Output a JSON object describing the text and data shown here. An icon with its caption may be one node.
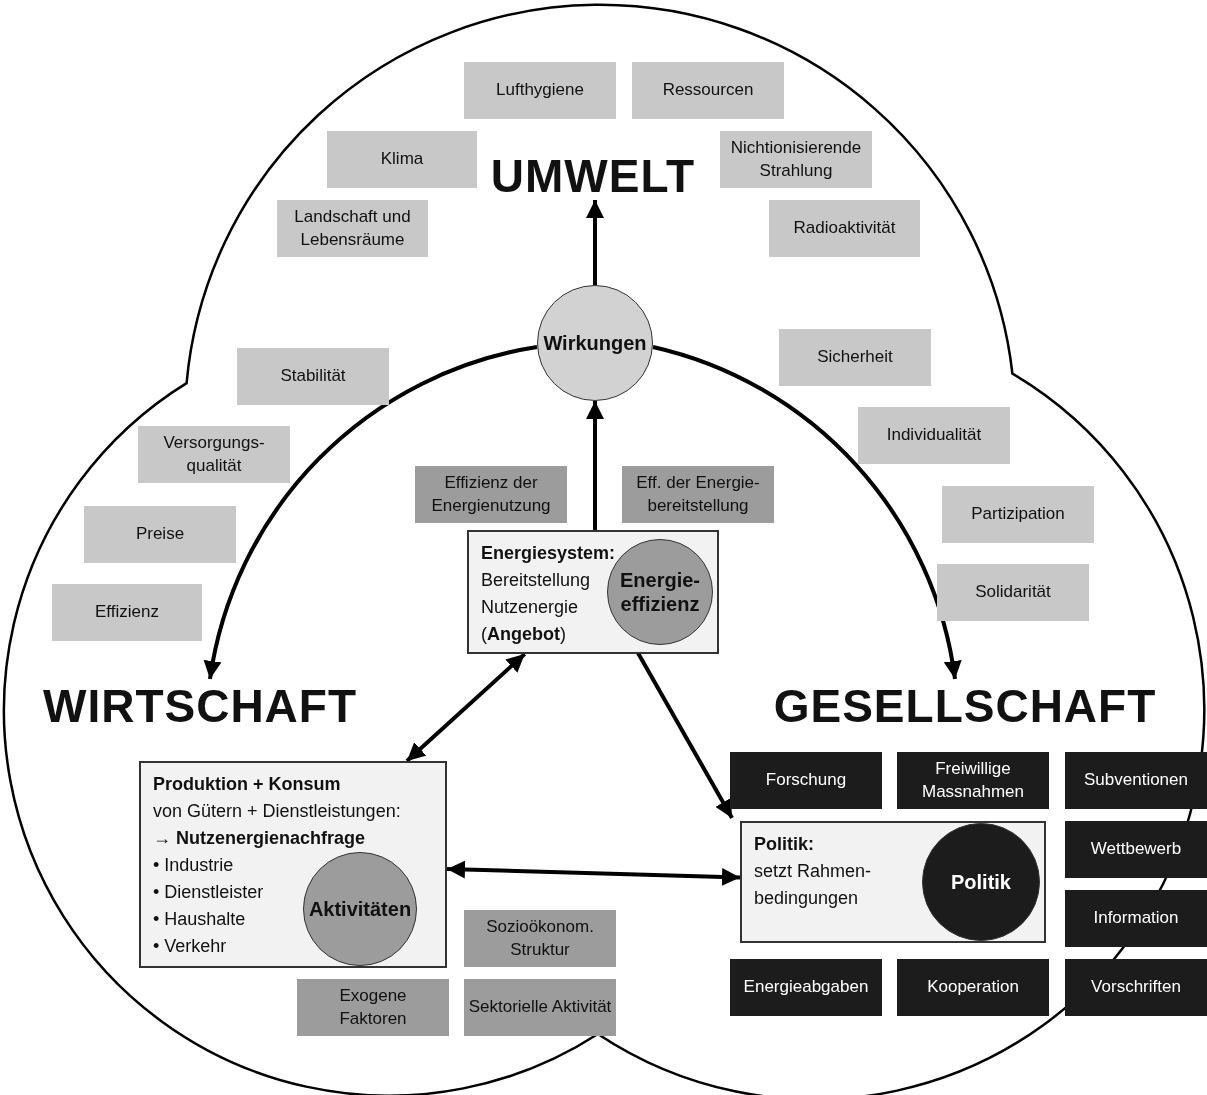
{
  "diagram": {
    "nodes": [
      {
        "text": [
          "UMWELT"
        ]
      },
      {
        "text": [
          "WIRTSCHAFT"
        ]
      },
      {
        "text": [
          "GESELLSCHAFT"
        ]
      },
      {
        "text": [
          "Wirkungen"
        ]
      },
      {
        "text": [
          "Energiesystem:",
          "Bereitstellung Nutzenergie",
          "(**Angebot**)"
        ]
      },
      {
        "text": [
          "Energie- effizienz"
        ],
        "in": 4
      },
      {
        "text": [
          "Produktion + Konsum",
          "von Gütern + Dienstleistungen:",
          "→ **Nutzenergienachfrage**",
          "• Industrie",
          "• Dienstleister",
          "• Haushalte",
          "• Verkehr"
        ]
      },
      {
        "text": [
          "Aktivitäten"
        ],
        "in": 6
      },
      {
        "text": [
          "Politik:",
          "setzt Rahmen- bedingungen"
        ]
      },
      {
        "text": [
          "Politik"
        ],
        "in": 8
      },
      {
        "text": [
          "Lufthygiene"
        ]
      },
      {
        "text": [
          "Ressourcen"
        ]
      },
      {
        "text": [
          "Klima"
        ]
      },
      {
        "text": [
          "Nichtionisierende Strahlung"
        ]
      },
      {
        "text": [
          "Landschaft und Lebensräume"
        ]
      },
      {
        "text": [
          "Radioaktivität"
        ]
      },
      {
        "text": [
          "Stabilität"
        ]
      },
      {
        "text": [
          "Versorgungs- qualität"
        ]
      },
      {
        "text": [
          "Preise"
        ]
      },
      {
        "text": [
          "Effizienz"
        ]
      },
      {
        "text": [
          "Sicherheit"
        ]
      },
      {
        "text": [
          "Individualität"
        ]
      },
      {
        "text": [
          "Partizipation"
        ]
      },
      {
        "text": [
          "Solidarität"
        ]
      },
      {
        "text": [
          "Effizienz der Energienutzung"
        ]
      },
      {
        "text": [
          "Eff. der Energie- bereitstellung"
        ]
      },
      {
        "text": [
          "Sozioökonom. Struktur"
        ]
      },
      {
        "text": [
          "Exogene Faktoren"
        ]
      },
      {
        "text": [
          "Sektorielle Aktivität"
        ]
      },
      {
        "text": [
          "Forschung"
        ]
      },
      {
        "text": [
          "Freiwillige Massnahmen"
        ]
      },
      {
        "text": [
          "Subventionen"
        ]
      },
      {
        "text": [
          "Wettbewerb"
        ]
      },
      {
        "text": [
          "Information"
        ]
      },
      {
        "text": [
          "Energieabgaben"
        ]
      },
      {
        "text": [
          "Kooperation"
        ]
      },
      {
        "text": [
          "Vorschriften"
        ]
      }
    ],
    "edges": [
      {
        "from": 4,
        "to": 3,
        "arrow": "to"
      },
      {
        "from": 3,
        "to": 0,
        "arrow": "to"
      },
      {
        "from": 3,
        "to": 1,
        "arrow": "to"
      },
      {
        "from": 3,
        "to": 2,
        "arrow": "to"
      },
      {
        "from": 4,
        "to": 6,
        "arrow": "both"
      },
      {
        "from": 5,
        "to": 8,
        "arrow": "both"
      },
      {
        "from": 6,
        "to": 8,
        "arrow": "both"
      }
    ]
  }
}
